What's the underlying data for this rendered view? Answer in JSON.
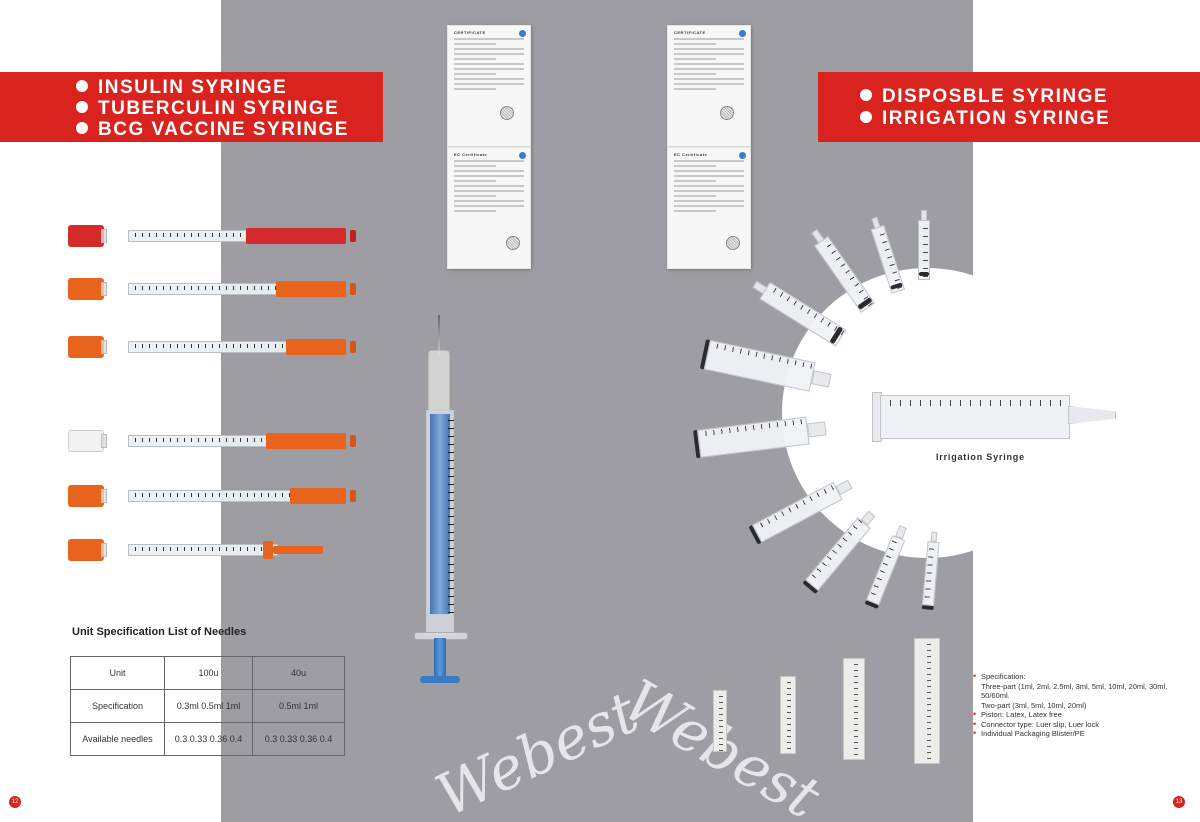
{
  "left_banner": {
    "lines": [
      "INSULIN SYRINGE",
      "TUBERCULIN SYRINGE",
      "BCG VACCINE SYRINGE"
    ]
  },
  "right_banner": {
    "lines": [
      "DISPOSBLE SYRINGE",
      "IRRIGATION SYRINGE"
    ]
  },
  "certificates": [
    {
      "title": "CERTIFICATE"
    },
    {
      "title": "CERTIFICATE"
    },
    {
      "title": "EC Certificate"
    },
    {
      "title": "EC Certificate"
    }
  ],
  "spec_table": {
    "title": "Unit Specification List of Needles",
    "rows": [
      {
        "label": "Unit",
        "col1": "100u",
        "col2": "40u"
      },
      {
        "label": "Specification",
        "col1": "0.3ml  0.5ml 1ml",
        "col2": "0.5ml    1ml"
      },
      {
        "label": "Available needles",
        "col1": "0.3   0.33   0.36  0.4",
        "col2": "0.3   0.33   0.36  0.4"
      }
    ]
  },
  "watermark": "Webest",
  "irrigation_label": "Irrigation Syringe",
  "spec_list": {
    "items": [
      {
        "text": "Specification:",
        "sub": [
          "Three-part (1ml, 2ml, 2.5ml, 3ml, 5ml, 10ml, 20ml, 30ml, 50/60ml.",
          "Two-part (3ml, 5ml, 10ml, 20ml)"
        ]
      },
      {
        "text": "Piston: Latex, Latex free",
        "sub": []
      },
      {
        "text": "Connector type: Luer slip, Luer lock",
        "sub": []
      },
      {
        "text": "Individual Packaging Blister/PE",
        "sub": []
      }
    ]
  },
  "page_numbers": {
    "left": "12",
    "right": "13"
  },
  "colors": {
    "accent_red": "#d8231f",
    "panel_gray": "#9d9da3",
    "orange_cap": "#e8631c",
    "red_cap": "#d42a2a",
    "plunger_blue": "#2e64a8"
  }
}
